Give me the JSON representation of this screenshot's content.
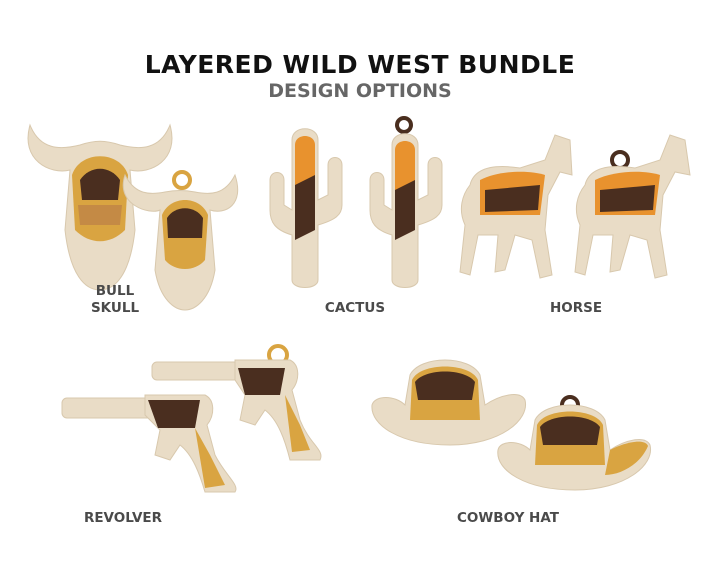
{
  "header": {
    "title": "LAYERED WILD WEST BUNDLE",
    "subtitle": "DESIGN OPTIONS"
  },
  "designs": [
    {
      "label_line1": "BULL",
      "label_line2": "SKULL"
    },
    {
      "label": "CACTUS"
    },
    {
      "label": "HORSE"
    },
    {
      "label": "REVOLVER"
    },
    {
      "label": "COWBOY HAT"
    }
  ],
  "colors": {
    "wood": "#e9dcc6",
    "orange": "#e8922e",
    "brown": "#4a2e1f",
    "mustard": "#d9a441",
    "tan": "#c48a45"
  }
}
